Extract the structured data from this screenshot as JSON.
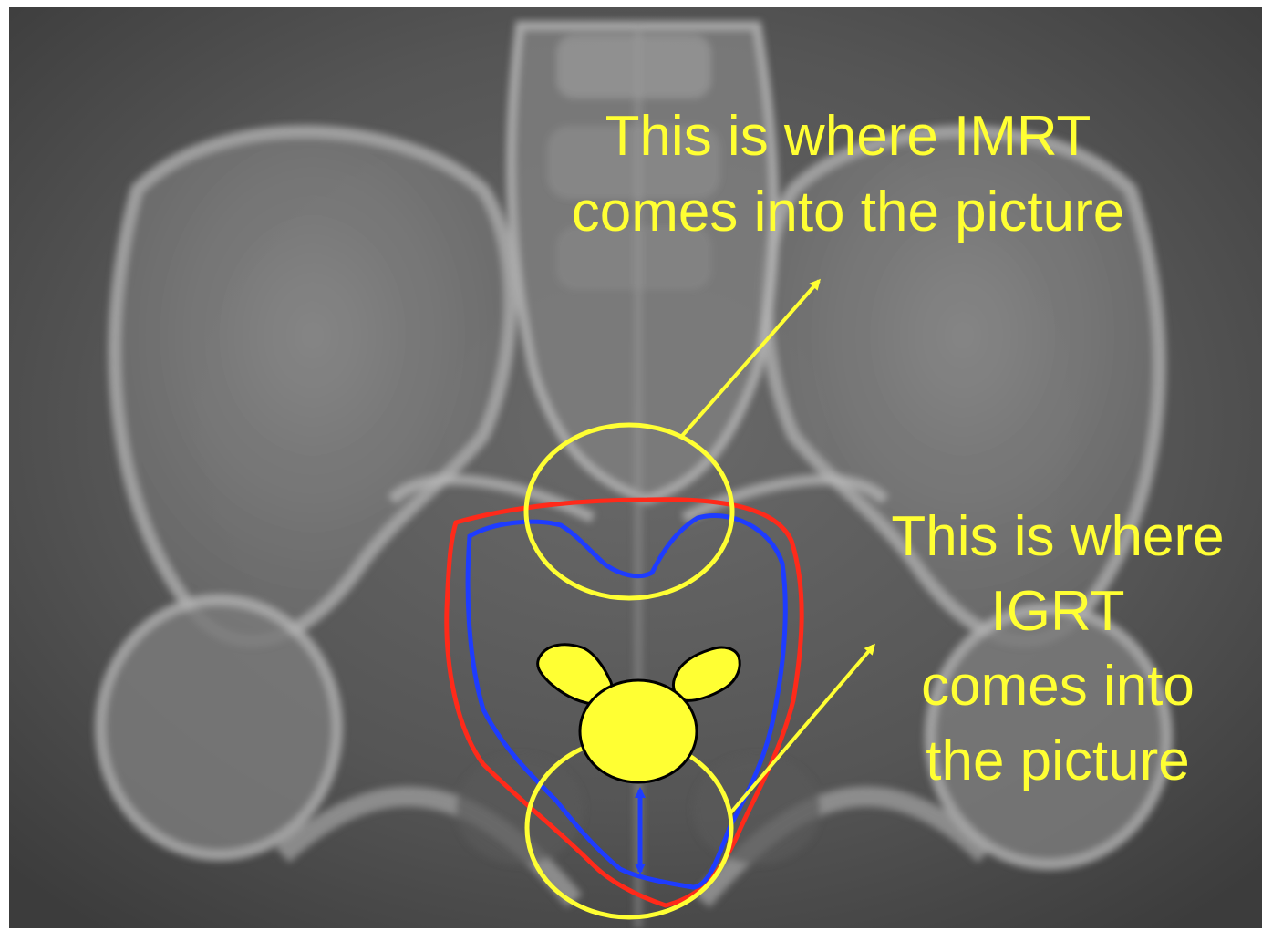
{
  "annotations": {
    "imrt_caption": {
      "line1": "This is where IMRT",
      "line2": "comes into the picture"
    },
    "igrt_caption": {
      "line1": "This is where",
      "line2": "IGRT",
      "line3": "comes into",
      "line4": "the picture"
    }
  },
  "colors": {
    "annotation_yellow": "#ffff33",
    "target_outline_red": "#ff2a1a",
    "target_outline_blue": "#1e3cff",
    "xray_bone": "#bdbdbd",
    "xray_background": "#4a4a4a"
  },
  "image": {
    "subject": "pelvic x-ray",
    "icons": [
      "imrt-circle-icon",
      "igrt-circle-icon",
      "prostate-seminal-vesicles-icon",
      "motion-double-arrow-icon"
    ]
  }
}
